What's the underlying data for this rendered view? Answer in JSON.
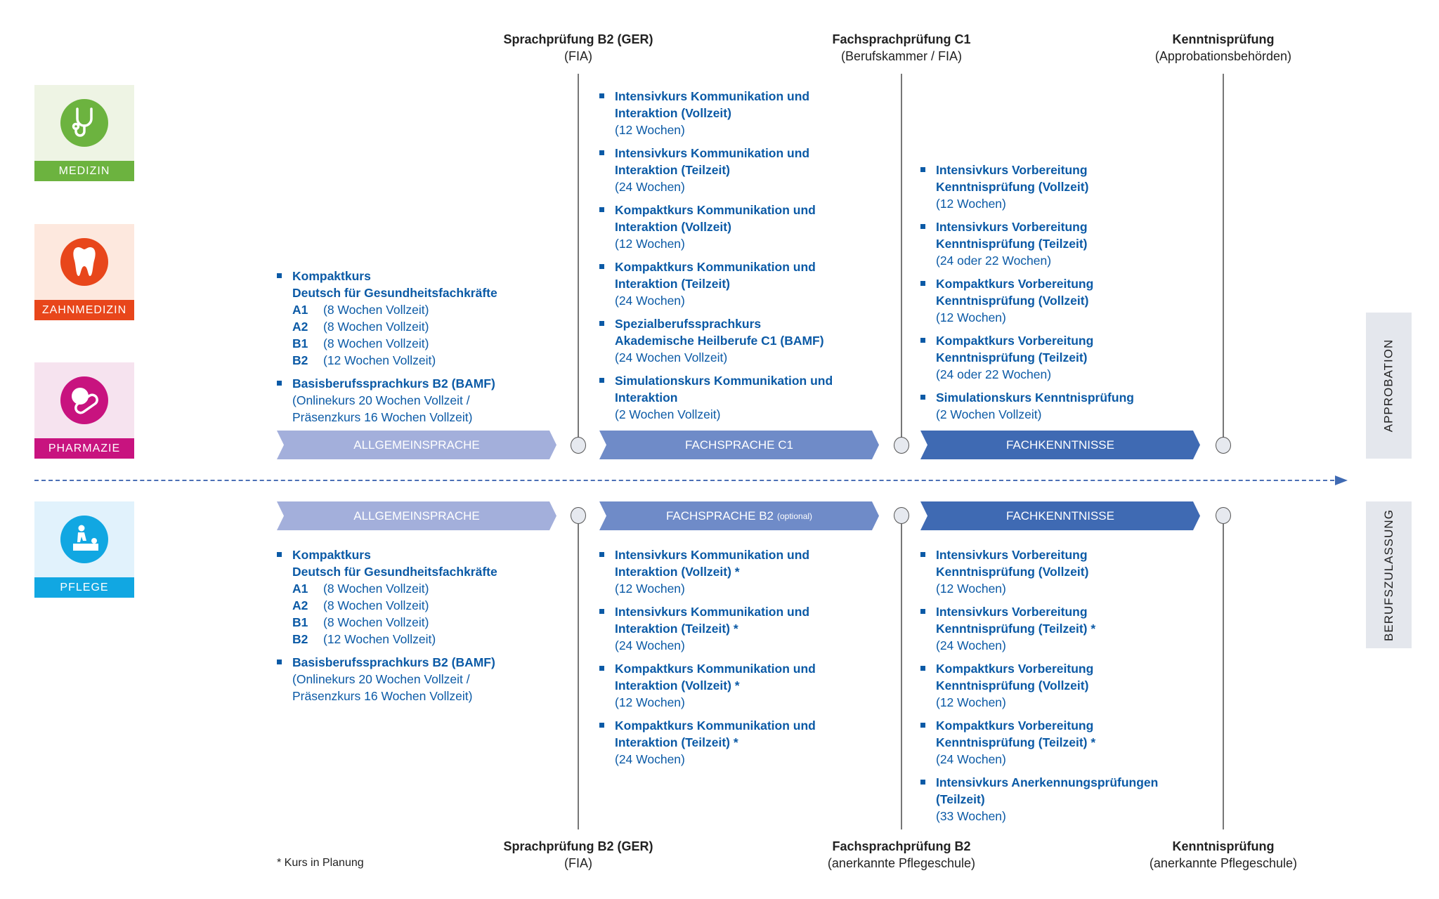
{
  "professions": [
    {
      "label": "MEDIZIN",
      "icon": "stethoscope",
      "color": "#6cb33f",
      "bg": "#eef4e4"
    },
    {
      "label": "ZAHNMEDIZIN",
      "icon": "tooth",
      "color": "#e8461b",
      "bg": "#fde8de"
    },
    {
      "label": "PHARMAZIE",
      "icon": "pill",
      "color": "#c8137f",
      "bg": "#f6e3ef"
    },
    {
      "label": "PFLEGE",
      "icon": "care",
      "color": "#11a7e2",
      "bg": "#e1f2fc"
    }
  ],
  "top": {
    "exams": [
      {
        "title": "Sprachprüfung B2 (GER)",
        "sub": "(FIA)"
      },
      {
        "title": "Fachsprachprüfung C1",
        "sub": "(Berufskammer / FIA)"
      },
      {
        "title": "Kenntnisprüfung",
        "sub": "(Approbationsbehörden)"
      }
    ],
    "phases": [
      {
        "label": "ALLGEMEINSPRACHE",
        "suffix": ""
      },
      {
        "label": "FACHSPRACHE C1",
        "suffix": ""
      },
      {
        "label": "FACHKENNTNISSE",
        "suffix": ""
      }
    ],
    "columns": [
      [
        {
          "title": [
            "Kompaktkurs",
            "Deutsch für Gesundheitsfachkräfte"
          ],
          "levels": [
            {
              "level": "A1",
              "detail": "(8 Wochen Vollzeit)"
            },
            {
              "level": "A2",
              "detail": "(8 Wochen Vollzeit)"
            },
            {
              "level": "B1",
              "detail": "(8 Wochen Vollzeit)"
            },
            {
              "level": "B2",
              "detail": "(12 Wochen Vollzeit)"
            }
          ]
        },
        {
          "title": [
            "Basisberufssprachkurs B2 (BAMF)"
          ],
          "detail": [
            "(Onlinekurs 20 Wochen Vollzeit /",
            "Präsenzkurs 16 Wochen Vollzeit)"
          ]
        }
      ],
      [
        {
          "title": [
            "Intensivkurs Kommunikation und",
            "Interaktion (Vollzeit)"
          ],
          "detail": [
            "(12 Wochen)"
          ]
        },
        {
          "title": [
            "Intensivkurs Kommunikation und",
            "Interaktion (Teilzeit)"
          ],
          "detail": [
            "(24 Wochen)"
          ]
        },
        {
          "title": [
            "Kompaktkurs Kommunikation und",
            "Interaktion (Vollzeit)"
          ],
          "detail": [
            "(12 Wochen)"
          ]
        },
        {
          "title": [
            "Kompaktkurs Kommunikation und",
            "Interaktion (Teilzeit)"
          ],
          "detail": [
            "(24 Wochen)"
          ]
        },
        {
          "title": [
            "Spezialberufssprachkurs",
            "Akademische Heilberufe C1 (BAMF)"
          ],
          "detail": [
            "(24 Wochen Vollzeit)"
          ]
        },
        {
          "title": [
            "Simulationskurs Kommunikation und",
            "Interaktion"
          ],
          "detail": [
            "(2 Wochen Vollzeit)"
          ]
        }
      ],
      [
        {
          "title": [
            "Intensivkurs Vorbereitung",
            "Kenntnisprüfung (Vollzeit)"
          ],
          "detail": [
            "(12 Wochen)"
          ]
        },
        {
          "title": [
            "Intensivkurs Vorbereitung",
            "Kenntnisprüfung (Teilzeit)"
          ],
          "detail": [
            "(24 oder 22 Wochen)"
          ]
        },
        {
          "title": [
            "Kompaktkurs Vorbereitung",
            "Kenntnisprüfung (Vollzeit)"
          ],
          "detail": [
            "(12 Wochen)"
          ]
        },
        {
          "title": [
            "Kompaktkurs Vorbereitung",
            "Kenntnisprüfung (Teilzeit)"
          ],
          "detail": [
            "(24 oder 22 Wochen)"
          ]
        },
        {
          "title": [
            "Simulationskurs Kenntnisprüfung"
          ],
          "detail": [
            "(2 Wochen Vollzeit)"
          ]
        }
      ]
    ],
    "side_label": "APPROBATION"
  },
  "bottom": {
    "exams": [
      {
        "title": "Sprachprüfung B2 (GER)",
        "sub": "(FIA)"
      },
      {
        "title": "Fachsprachprüfung B2",
        "sub": "(anerkannte Pflegeschule)"
      },
      {
        "title": "Kenntnisprüfung",
        "sub": "(anerkannte Pflegeschule)"
      }
    ],
    "phases": [
      {
        "label": "ALLGEMEINSPRACHE",
        "suffix": ""
      },
      {
        "label": "FACHSPRACHE B2",
        "suffix": "(optional)"
      },
      {
        "label": "FACHKENNTNISSE",
        "suffix": ""
      }
    ],
    "columns": [
      [
        {
          "title": [
            "Kompaktkurs",
            "Deutsch für Gesundheitsfachkräfte"
          ],
          "levels": [
            {
              "level": "A1",
              "detail": "(8 Wochen Vollzeit)"
            },
            {
              "level": "A2",
              "detail": "(8 Wochen Vollzeit)"
            },
            {
              "level": "B1",
              "detail": "(8 Wochen Vollzeit)"
            },
            {
              "level": "B2",
              "detail": "(12 Wochen Vollzeit)"
            }
          ]
        },
        {
          "title": [
            "Basisberufssprachkurs B2 (BAMF)"
          ],
          "detail": [
            "(Onlinekurs 20 Wochen Vollzeit /",
            "Präsenzkurs 16 Wochen Vollzeit)"
          ]
        }
      ],
      [
        {
          "title": [
            "Intensivkurs Kommunikation und",
            "Interaktion (Vollzeit) *"
          ],
          "detail": [
            "(12 Wochen)"
          ]
        },
        {
          "title": [
            "Intensivkurs Kommunikation und",
            "Interaktion (Teilzeit) *"
          ],
          "detail": [
            "(24 Wochen)"
          ]
        },
        {
          "title": [
            "Kompaktkurs Kommunikation und",
            "Interaktion (Vollzeit) *"
          ],
          "detail": [
            "(12 Wochen)"
          ]
        },
        {
          "title": [
            "Kompaktkurs Kommunikation und",
            "Interaktion (Teilzeit) *"
          ],
          "detail": [
            "(24 Wochen)"
          ]
        }
      ],
      [
        {
          "title": [
            "Intensivkurs Vorbereitung",
            "Kenntnisprüfung (Vollzeit)"
          ],
          "detail": [
            "(12 Wochen)"
          ]
        },
        {
          "title": [
            "Intensivkurs Vorbereitung",
            "Kenntnisprüfung (Teilzeit) *"
          ],
          "detail": [
            "(24 Wochen)"
          ]
        },
        {
          "title": [
            "Kompaktkurs Vorbereitung",
            "Kenntnisprüfung (Vollzeit)"
          ],
          "detail": [
            "(12 Wochen)"
          ]
        },
        {
          "title": [
            "Kompaktkurs Vorbereitung",
            "Kenntnisprüfung (Teilzeit) *"
          ],
          "detail": [
            "(24 Wochen)"
          ]
        },
        {
          "title": [
            "Intensivkurs Anerkennungsprüfungen",
            "(Teilzeit)"
          ],
          "detail": [
            "(33 Wochen)"
          ]
        }
      ]
    ],
    "side_label": "BERUFSZULASSUNG"
  },
  "footnote": "* Kurs in Planung",
  "colors": {
    "text": "#0b5aa6",
    "phase1": "#a3afdb",
    "phase2": "#6f8bc8",
    "phase3": "#3f6ab3"
  }
}
